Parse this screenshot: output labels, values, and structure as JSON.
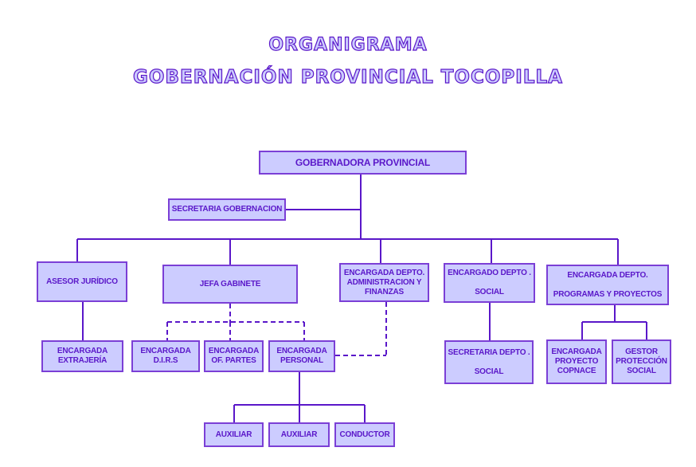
{
  "title": {
    "line1": "ORGANIGRAMA",
    "line2": "GOBERNACIÓN PROVINCIAL TOCOPILLA"
  },
  "colors": {
    "box_fill": "#ccccff",
    "box_border": "#7b3fd6",
    "text": "#5a17c9",
    "lines": "#5a17c9"
  },
  "nodes": {
    "gobernadora": "GOBERNADORA PROVINCIAL",
    "secretaria_gob": "SECRETARIA GOBERNACION",
    "asesor": "ASESOR JURÍDICO",
    "jefa": "JEFA GABINETE",
    "admin": "ENCARGADA DEPTO.\nADMINISTRACION Y\nFINANZAS",
    "social": "ENCARGADO DEPTO .\n\nSOCIAL",
    "programas": "ENCARGADA DEPTO.\n\nPROGRAMAS Y PROYECTOS",
    "extranjeria": "ENCARGADA\nEXTRAJERÍA",
    "dirs": "ENCARGADA\nD.I.R.S",
    "partes": "ENCARGADA\nOF. PARTES",
    "personal": "ENCARGADA\nPERSONAL",
    "sec_social": "SECRETARIA DEPTO .\n\nSOCIAL",
    "copnace": "ENCARGADA\nPROYECTO\nCOPNACE",
    "gestor": "GESTOR\nPROTECCIÓN\nSOCIAL",
    "auxiliar1": "AUXILIAR",
    "auxiliar2": "AUXILIAR",
    "conductor": "CONDUCTOR"
  }
}
